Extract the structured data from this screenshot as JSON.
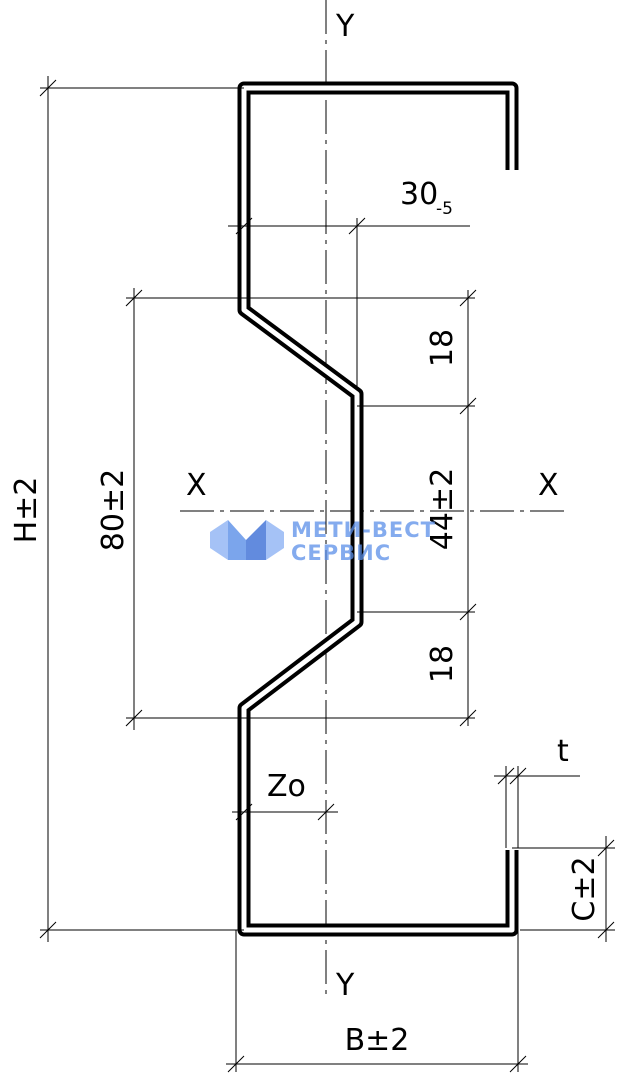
{
  "axes": {
    "y_top": "Y",
    "y_bottom": "Y",
    "x_left": "X",
    "x_right": "X"
  },
  "dimensions": {
    "height": "H±2",
    "web_offset": "80±2",
    "flange_top": "30",
    "flange_top_tol": "-5",
    "slope_top": "18",
    "web_mid": "44±2",
    "slope_bottom": "18",
    "thickness": "t",
    "lip": "C±2",
    "centroid": "Zo",
    "width": "B±2"
  },
  "watermark": {
    "line1": "МЕТИ-ВЕСТ",
    "line2": "СЕРВИС",
    "colors": {
      "light": "#8fb4f5",
      "mid": "#5b8fe8",
      "dark": "#3c6fd6"
    }
  }
}
